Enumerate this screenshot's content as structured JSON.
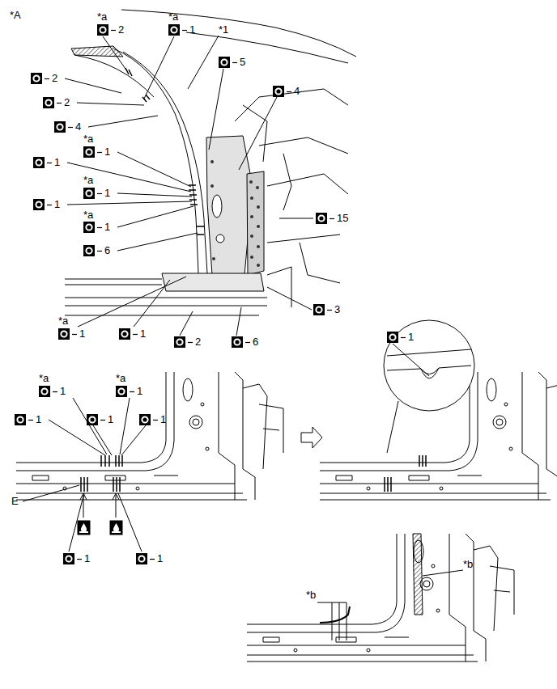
{
  "diagram": {
    "labels": [
      "*A",
      "*a",
      "2",
      "*a",
      "1",
      "*1",
      "5",
      "2",
      "2",
      "4",
      "4",
      "*a",
      "1",
      "1",
      "*a",
      "1",
      "1",
      "*a",
      "1",
      "15",
      "6",
      "3",
      "*a",
      "1",
      "1",
      "2",
      "6",
      "*a",
      "1",
      "*a",
      "1",
      "1",
      "1",
      "1",
      "E",
      "1",
      "1",
      "1",
      "*b",
      "*b"
    ]
  }
}
